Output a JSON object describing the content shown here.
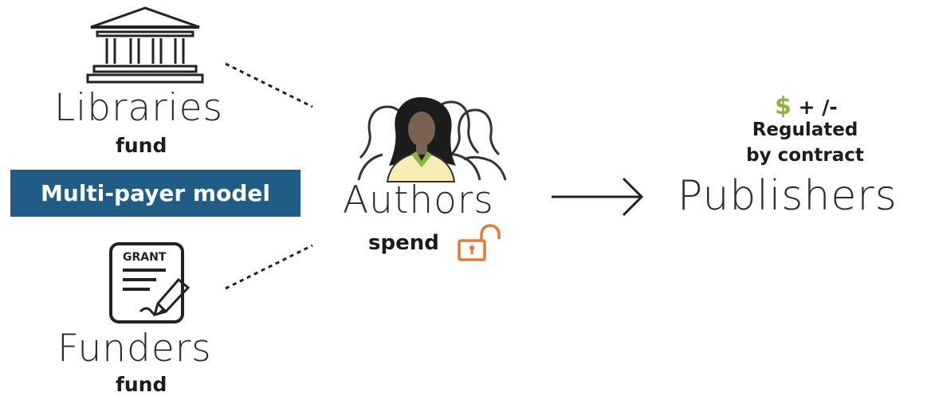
{
  "diagram": {
    "libraries": {
      "label": "Libraries",
      "role": "fund",
      "icon": "library-building-icon"
    },
    "model": {
      "label": "Multi-payer model",
      "color": "#1f5c86"
    },
    "funders": {
      "label": "Funders",
      "role": "fund",
      "icon": "grant-document-icon",
      "grant_text": "GRANT"
    },
    "authors": {
      "label": "Authors",
      "role": "spend",
      "icon": "authors-group-icon",
      "lock_icon": "open-lock-icon",
      "lock_color": "#e8792e"
    },
    "publishers": {
      "label": "Publishers",
      "money_symbol": "$",
      "money_suffix": "+ /-",
      "money_color": "#8cb43a",
      "regulated_line1": "Regulated",
      "regulated_line2": "by contract"
    }
  }
}
